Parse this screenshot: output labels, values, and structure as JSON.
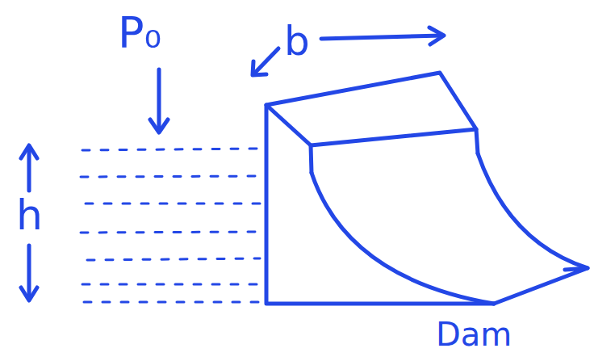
{
  "diagram": {
    "labels": [
      "P₀",
      "b",
      "h",
      "Dam"
    ]
  }
}
